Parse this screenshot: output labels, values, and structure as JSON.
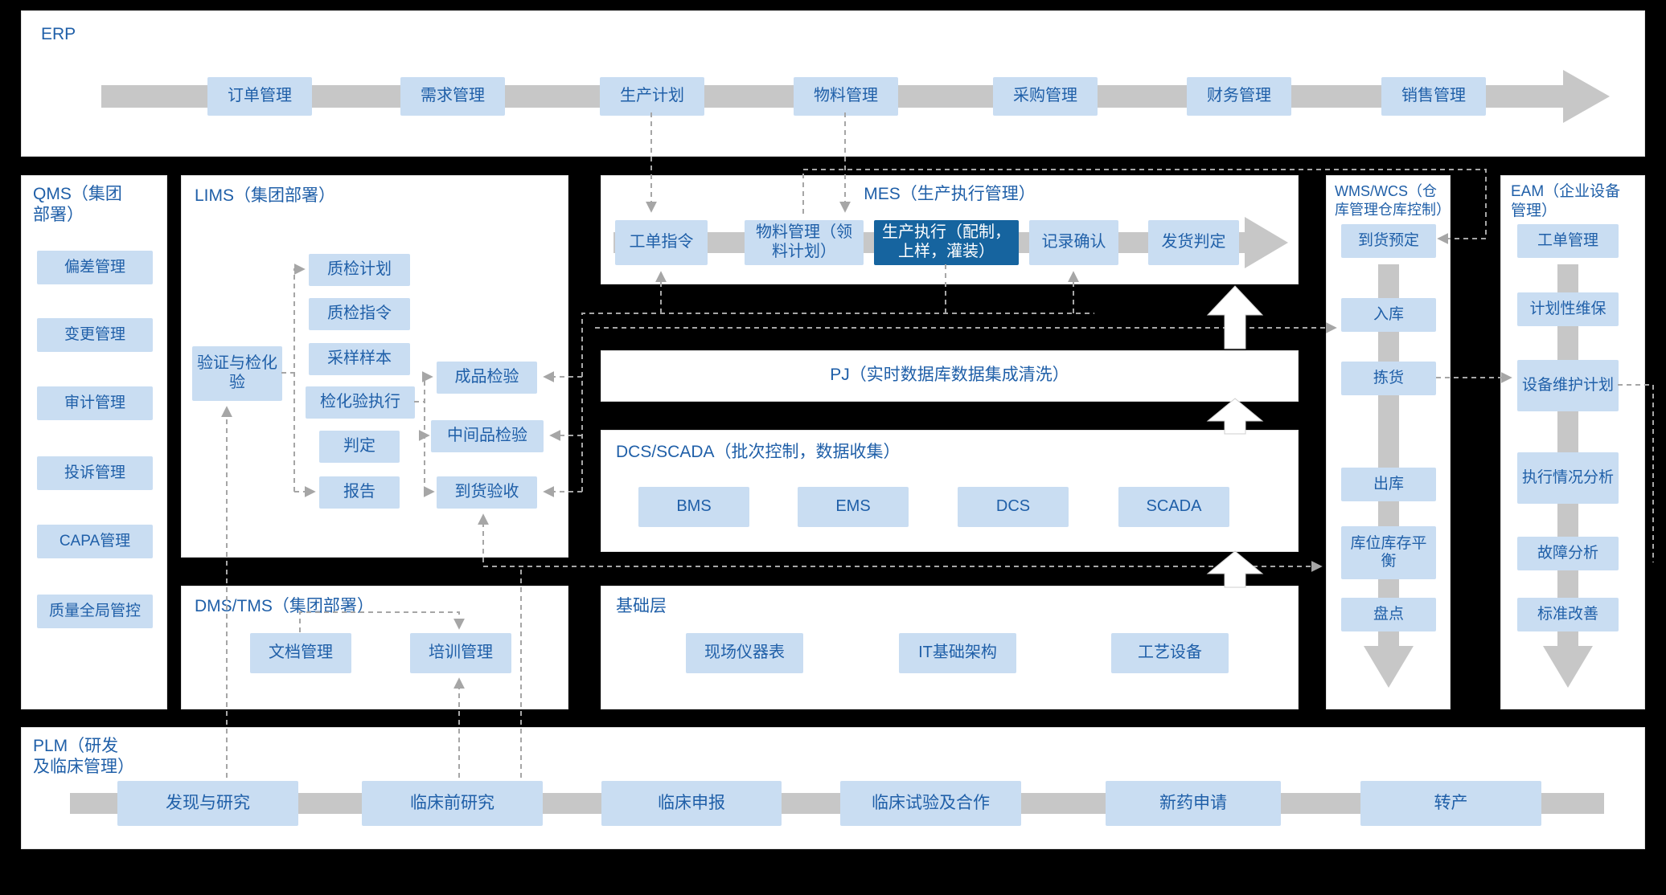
{
  "colors": {
    "accent": "#1f5fa8",
    "node_bg": "#c9ddf2",
    "highlight_bg": "#16649f",
    "band": "#c7c7c7",
    "connector": "#a6a6a6",
    "panel_bg": "#ffffff",
    "background": "#000000"
  },
  "erp": {
    "title": "ERP",
    "modules": [
      "订单管理",
      "需求管理",
      "生产计划",
      "物料管理",
      "采购管理",
      "财务管理",
      "销售管理"
    ]
  },
  "qms": {
    "title": "QMS（集团部署）",
    "items": [
      "偏差管理",
      "变更管理",
      "审计管理",
      "投诉管理",
      "CAPA管理",
      "质量全局管控"
    ]
  },
  "lims": {
    "title": "LIMS（集团部署）",
    "main": "验证与检化验",
    "flow": [
      "质检计划",
      "质检指令",
      "采样样本",
      "检化验执行",
      "判定",
      "报告"
    ],
    "results": [
      "成品检验",
      "中间品检验",
      "到货验收"
    ]
  },
  "mes": {
    "title": "MES（生产执行管理）",
    "steps": [
      "工单指令",
      "物料管理（领料计划）",
      "生产执行（配制，上样，灌装）",
      "记录确认",
      "发货判定"
    ],
    "highlight_index": 2
  },
  "pj": {
    "title": "PJ（实时数据库数据集成清洗）"
  },
  "dcs": {
    "title": "DCS/SCADA（批次控制，数据收集）",
    "items": [
      "BMS",
      "EMS",
      "DCS",
      "SCADA"
    ]
  },
  "base": {
    "title": "基础层",
    "items": [
      "现场仪器表",
      "IT基础架构",
      "工艺设备"
    ]
  },
  "dms": {
    "title": "DMS/TMS（集团部署）",
    "items": [
      "文档管理",
      "培训管理"
    ]
  },
  "wms": {
    "title": "WMS/WCS（仓库管理仓库控制）",
    "items": [
      "到货预定",
      "入库",
      "拣货",
      "出库",
      "库位库存平衡",
      "盘点"
    ]
  },
  "eam": {
    "title": "EAM（企业设备管理）",
    "items": [
      "工单管理",
      "计划性维保",
      "设备维护计划",
      "执行情况分析",
      "故障分析",
      "标准改善"
    ]
  },
  "plm": {
    "title": "PLM（研发及临床管理）",
    "stages": [
      "发现与研究",
      "临床前研究",
      "临床申报",
      "临床试验及合作",
      "新药申请",
      "转产"
    ]
  }
}
